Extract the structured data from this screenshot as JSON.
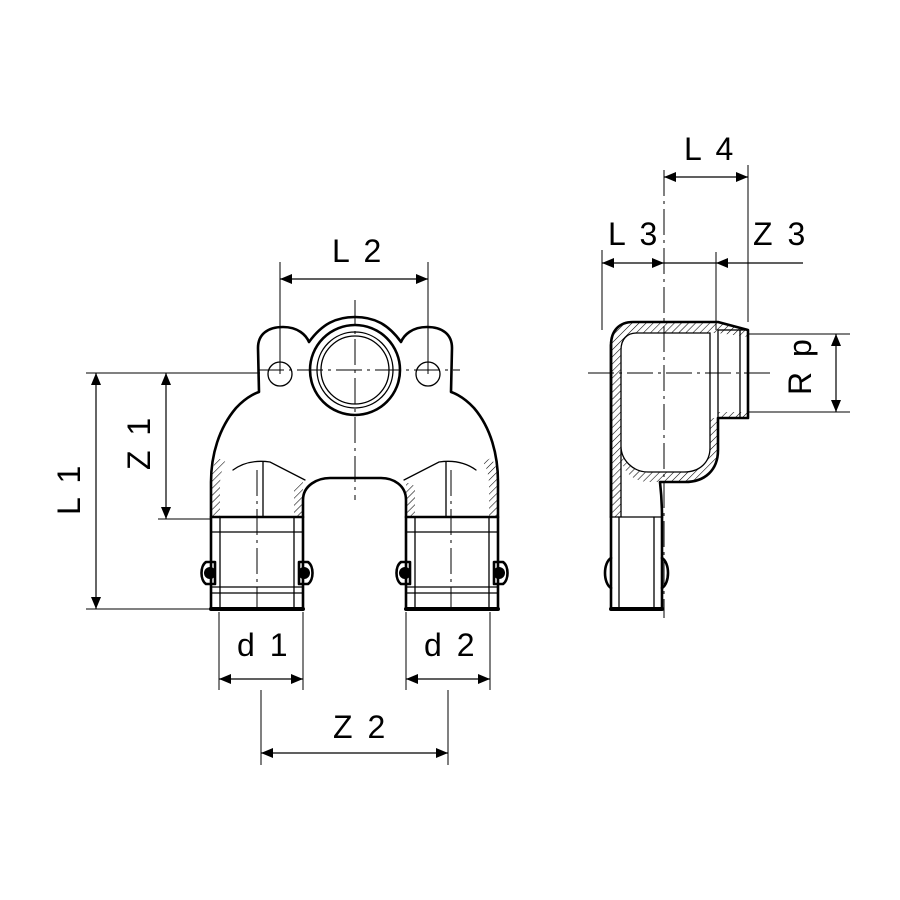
{
  "labels": {
    "l1": "L 1",
    "l2": "L 2",
    "l3": "L 3",
    "l4": "L 4",
    "z1": "Z 1",
    "z2": "Z 2",
    "z3": "Z 3",
    "d1": "d 1",
    "d2": "d 2",
    "rp": "R p"
  }
}
